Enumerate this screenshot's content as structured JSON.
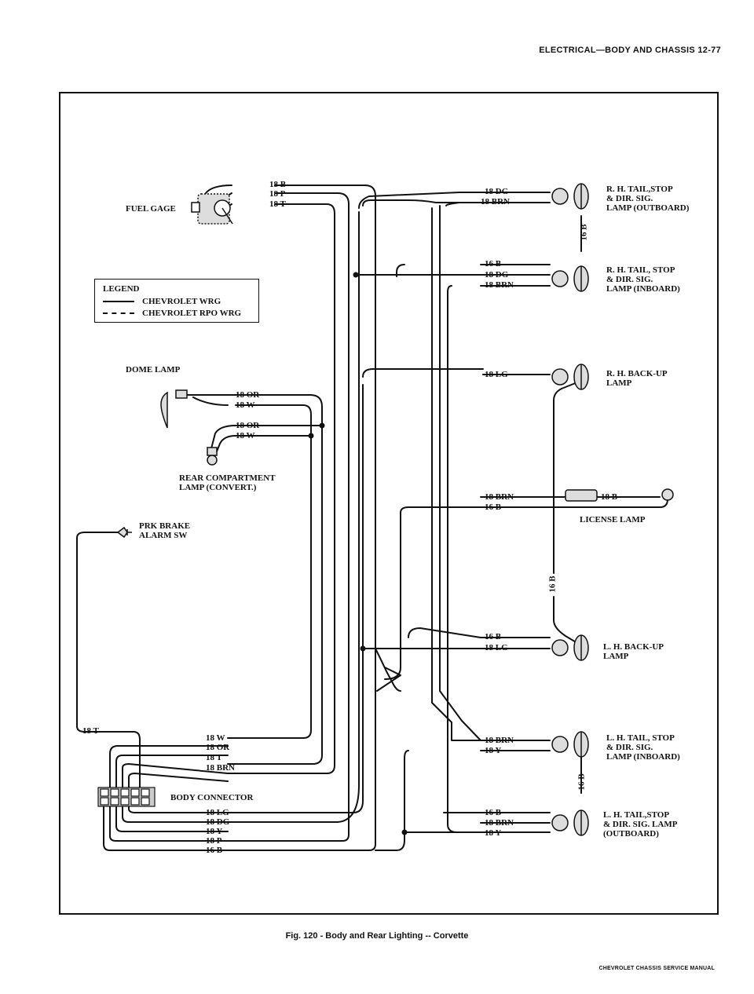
{
  "header": "ELECTRICAL—BODY AND CHASSIS 12-77",
  "caption": "Fig. 120 - Body and Rear Lighting -- Corvette",
  "footer": "CHEVROLET CHASSIS SERVICE MANUAL",
  "legend": {
    "title": "LEGEND",
    "solid_label": "CHEVROLET WRG",
    "dashed_label": "CHEVROLET RPO WRG"
  },
  "components": {
    "fuel_gage": "FUEL GAGE",
    "dome_lamp": "DOME LAMP",
    "rear_compartment": "REAR COMPARTMENT\nLAMP (CONVERT.)",
    "prk_brake": "PRK BRAKE\nALARM SW",
    "body_connector": "BODY CONNECTOR",
    "rh_tail_outboard": "R. H. TAIL,STOP\n& DIR. SIG.\nLAMP (OUTBOARD)",
    "rh_tail_inboard": "R. H. TAIL, STOP\n& DIR. SIG.\nLAMP (INBOARD)",
    "rh_backup": "R. H. BACK-UP\nLAMP",
    "license_lamp": "LICENSE LAMP",
    "lh_backup": "L. H. BACK-UP\nLAMP",
    "lh_tail_inboard": "L. H. TAIL, STOP\n& DIR. SIG.\nLAMP (INBOARD)",
    "lh_tail_outboard": "L. H. TAIL,STOP\n& DIR. SIG. LAMP\n(OUTBOARD)"
  },
  "wires": {
    "gage_b": "18 B",
    "gage_p": "18 P",
    "gage_t": "18 T",
    "dome_or": "18 OR",
    "dome_w": "18 W",
    "rc_or": "18 OR",
    "rc_w": "18 W",
    "rh_out_dg": "18 DG",
    "rh_out_brn": "18 BRN",
    "rh_out_16b": "16 B",
    "rh_in_b": "16 B",
    "rh_in_dg": "18 DG",
    "rh_in_brn": "18 BRN",
    "rh_bu_lg": "18 LG",
    "lic_brn": "18 BRN",
    "lic_b": "16 B",
    "lic_18b": "18 B",
    "lic_vert_16b": "16 B",
    "lh_bu_b": "16 B",
    "lh_bu_lg": "18 LG",
    "lh_in_brn": "18 BRN",
    "lh_in_y": "18 Y",
    "lh_vert_16b": "16 B",
    "lh_out_b": "16 B",
    "lh_out_brn": "18 BRN",
    "lh_out_y": "18 Y",
    "bc_t_left": "18 T",
    "bc_w": "18 W",
    "bc_or": "18 OR",
    "bc_t": "18 T",
    "bc_brn": "18 BRN",
    "bc_lg": "18 LG",
    "bc_dg": "18 DG",
    "bc_y": "18 Y",
    "bc_p": "18 P",
    "bc_b": "16 B"
  }
}
